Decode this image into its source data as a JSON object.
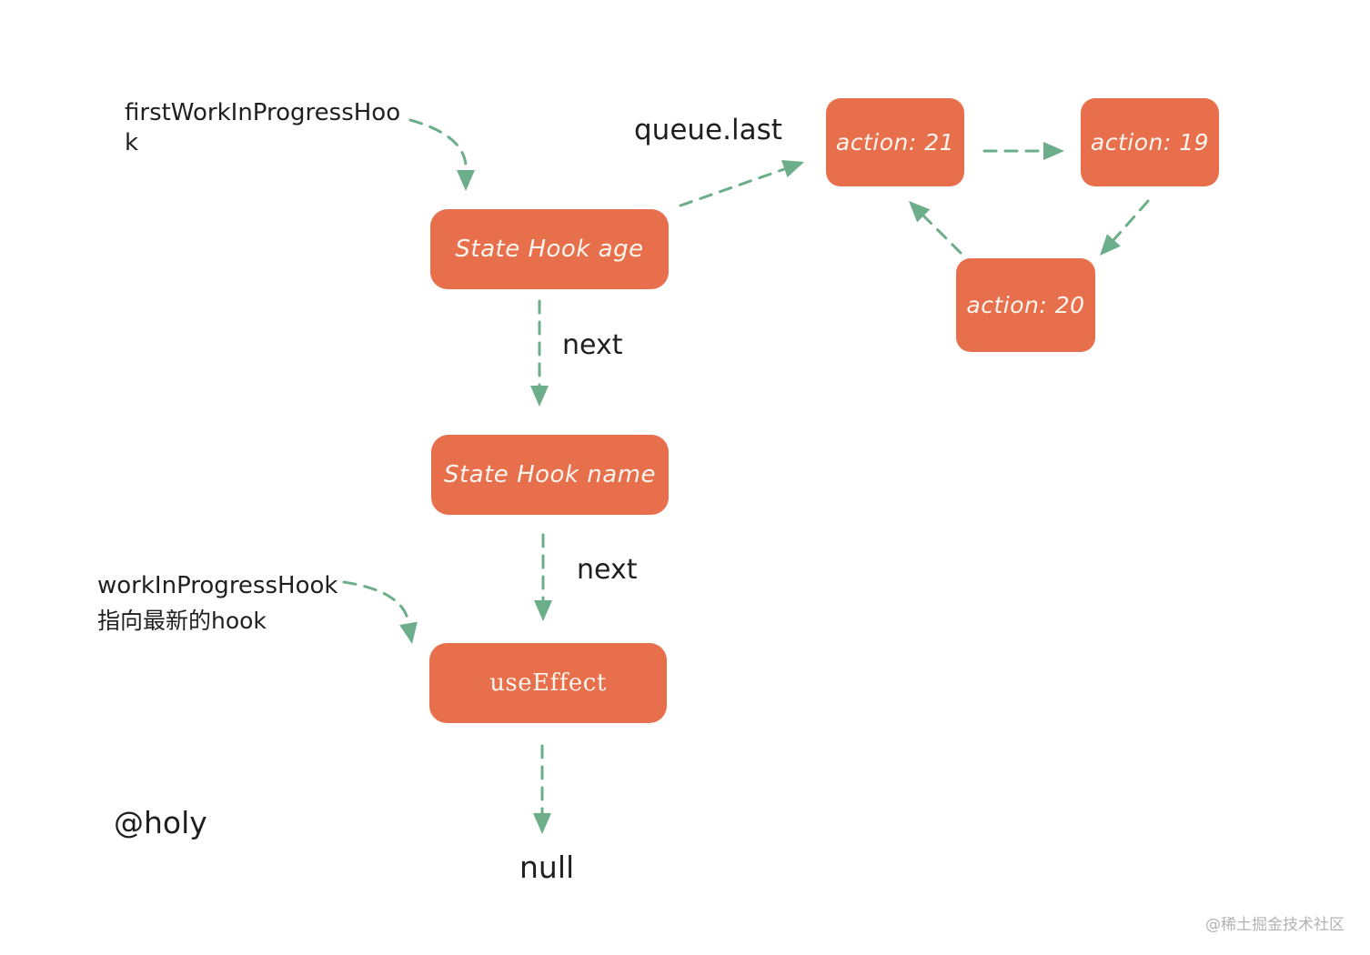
{
  "colors": {
    "page_bg": "#ffffff",
    "node_fill": "#e86f4c",
    "node_text": "#fdf5ee",
    "arrow": "#6bae89",
    "label_text": "#1f1f1f",
    "watermark_text": "#b3b3b3"
  },
  "nodes": {
    "state_hook_age": {
      "label": "State Hook age"
    },
    "action_21": {
      "label": "action: 21"
    },
    "action_19": {
      "label": "action: 19"
    },
    "action_20": {
      "label": "action: 20"
    },
    "state_hook_name": {
      "label": "State Hook name"
    },
    "use_effect": {
      "label": "useEffect"
    }
  },
  "annotations": {
    "first_work_in_progress_hook": {
      "line1": "firstWorkInProgressHoo",
      "line2": "k"
    },
    "queue_last": "queue.last",
    "next_age_to_name": "next",
    "next_name_to_effect": "next",
    "work_in_progress_hook": {
      "line1": "workInProgressHook",
      "line2": "指向最新的hook"
    },
    "author": "@holy",
    "null_terminator": "null",
    "watermark": "@稀土掘金技术社区"
  }
}
